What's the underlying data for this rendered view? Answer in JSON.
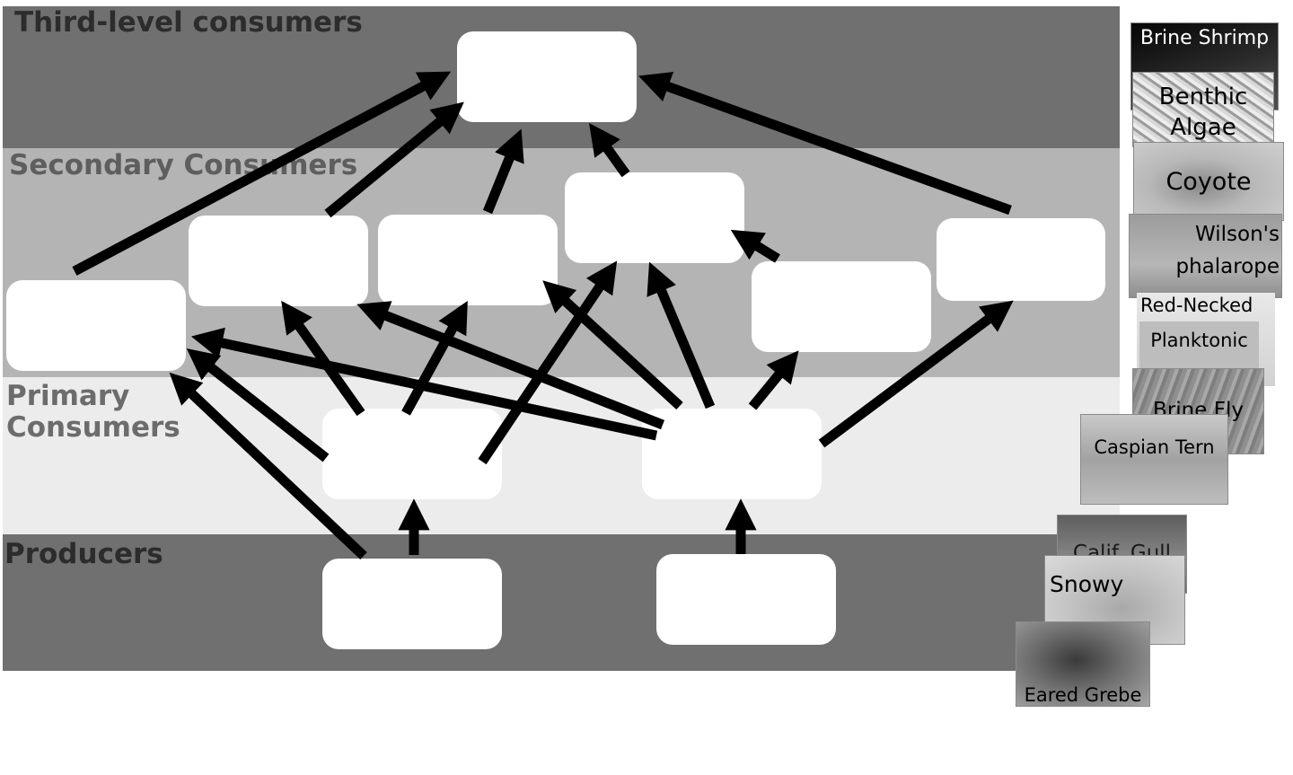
{
  "levels": [
    {
      "id": "third",
      "label": "Third-level consumers"
    },
    {
      "id": "secondary",
      "label": "Secondary Consumers"
    },
    {
      "id": "primary",
      "label": "Primary\nConsumers"
    },
    {
      "id": "producers",
      "label": "Producers"
    }
  ],
  "colors": {
    "third_band": "#707070",
    "secondary_band": "#b4b4b4",
    "primary_band": "#ececec",
    "producers_band": "#707070",
    "label_dark": "#2c2c2c",
    "label_mid": "#5e5e5e",
    "arrow": "#000000",
    "box": "#ffffff"
  },
  "drop_boxes": [
    {
      "id": "box-third-level"
    },
    {
      "id": "box-secondary-1"
    },
    {
      "id": "box-secondary-2"
    },
    {
      "id": "box-secondary-3"
    },
    {
      "id": "box-secondary-4"
    },
    {
      "id": "box-secondary-5"
    },
    {
      "id": "box-secondary-6"
    },
    {
      "id": "box-primary-1"
    },
    {
      "id": "box-primary-2"
    },
    {
      "id": "box-producer-1"
    },
    {
      "id": "box-producer-2"
    }
  ],
  "feeding_links": [
    {
      "from": "box-secondary-1",
      "to": "box-third-level"
    },
    {
      "from": "box-secondary-2",
      "to": "box-third-level"
    },
    {
      "from": "box-secondary-3",
      "to": "box-third-level"
    },
    {
      "from": "box-secondary-4",
      "to": "box-third-level"
    },
    {
      "from": "box-secondary-6",
      "to": "box-third-level"
    },
    {
      "from": "box-secondary-5",
      "to": "box-secondary-4"
    },
    {
      "from": "box-primary-1",
      "to": "box-secondary-1"
    },
    {
      "from": "box-primary-1",
      "to": "box-secondary-2"
    },
    {
      "from": "box-primary-1",
      "to": "box-secondary-3"
    },
    {
      "from": "box-primary-1",
      "to": "box-secondary-4"
    },
    {
      "from": "box-primary-2",
      "to": "box-secondary-1"
    },
    {
      "from": "box-primary-2",
      "to": "box-secondary-2"
    },
    {
      "from": "box-primary-2",
      "to": "box-secondary-3"
    },
    {
      "from": "box-primary-2",
      "to": "box-secondary-4"
    },
    {
      "from": "box-primary-2",
      "to": "box-secondary-5"
    },
    {
      "from": "box-primary-2",
      "to": "box-secondary-6"
    },
    {
      "from": "box-producer-1",
      "to": "box-secondary-1"
    },
    {
      "from": "box-producer-1",
      "to": "box-primary-1"
    },
    {
      "from": "box-producer-2",
      "to": "box-primary-2"
    }
  ],
  "organism_cards": [
    {
      "id": "brine-shrimp",
      "name": "Brine Shrimp",
      "tone": "#1c1c1c",
      "text_color": "#ffffff"
    },
    {
      "id": "benthic-algae",
      "name": "Benthic\nAlgae",
      "tone": "#c8c8c8",
      "text_color": "#000000"
    },
    {
      "id": "coyote",
      "name": "Coyote",
      "tone": "#a9a9a9",
      "text_color": "#000000"
    },
    {
      "id": "wilsons-phalarope",
      "name": "Wilson's\nphalarope",
      "tone": "#a0a0a0",
      "text_color": "#000000"
    },
    {
      "id": "red-necked",
      "name": "Red-Necked",
      "tone": "#dedede",
      "text_color": "#000000"
    },
    {
      "id": "planktonic",
      "name": "Planktonic",
      "tone": "#bdbdbd",
      "text_color": "#000000"
    },
    {
      "id": "brine-fly",
      "name": "Brine Fly",
      "tone": "#9a9a9a",
      "text_color": "#000000"
    },
    {
      "id": "caspian-tern",
      "name": "Caspian Tern",
      "tone": "#a6a6a6",
      "text_color": "#000000"
    },
    {
      "id": "calif-gull",
      "name": "Calif. Gull",
      "tone": "#6d6d6d",
      "text_color": "#000000"
    },
    {
      "id": "snowy-plover",
      "name": "Snowy\nPlover",
      "tone": "#c2c2c2",
      "text_color": "#000000"
    },
    {
      "id": "eared-grebe",
      "name": "Eared Grebe",
      "tone": "#8c8c8c",
      "text_color": "#000000"
    }
  ]
}
